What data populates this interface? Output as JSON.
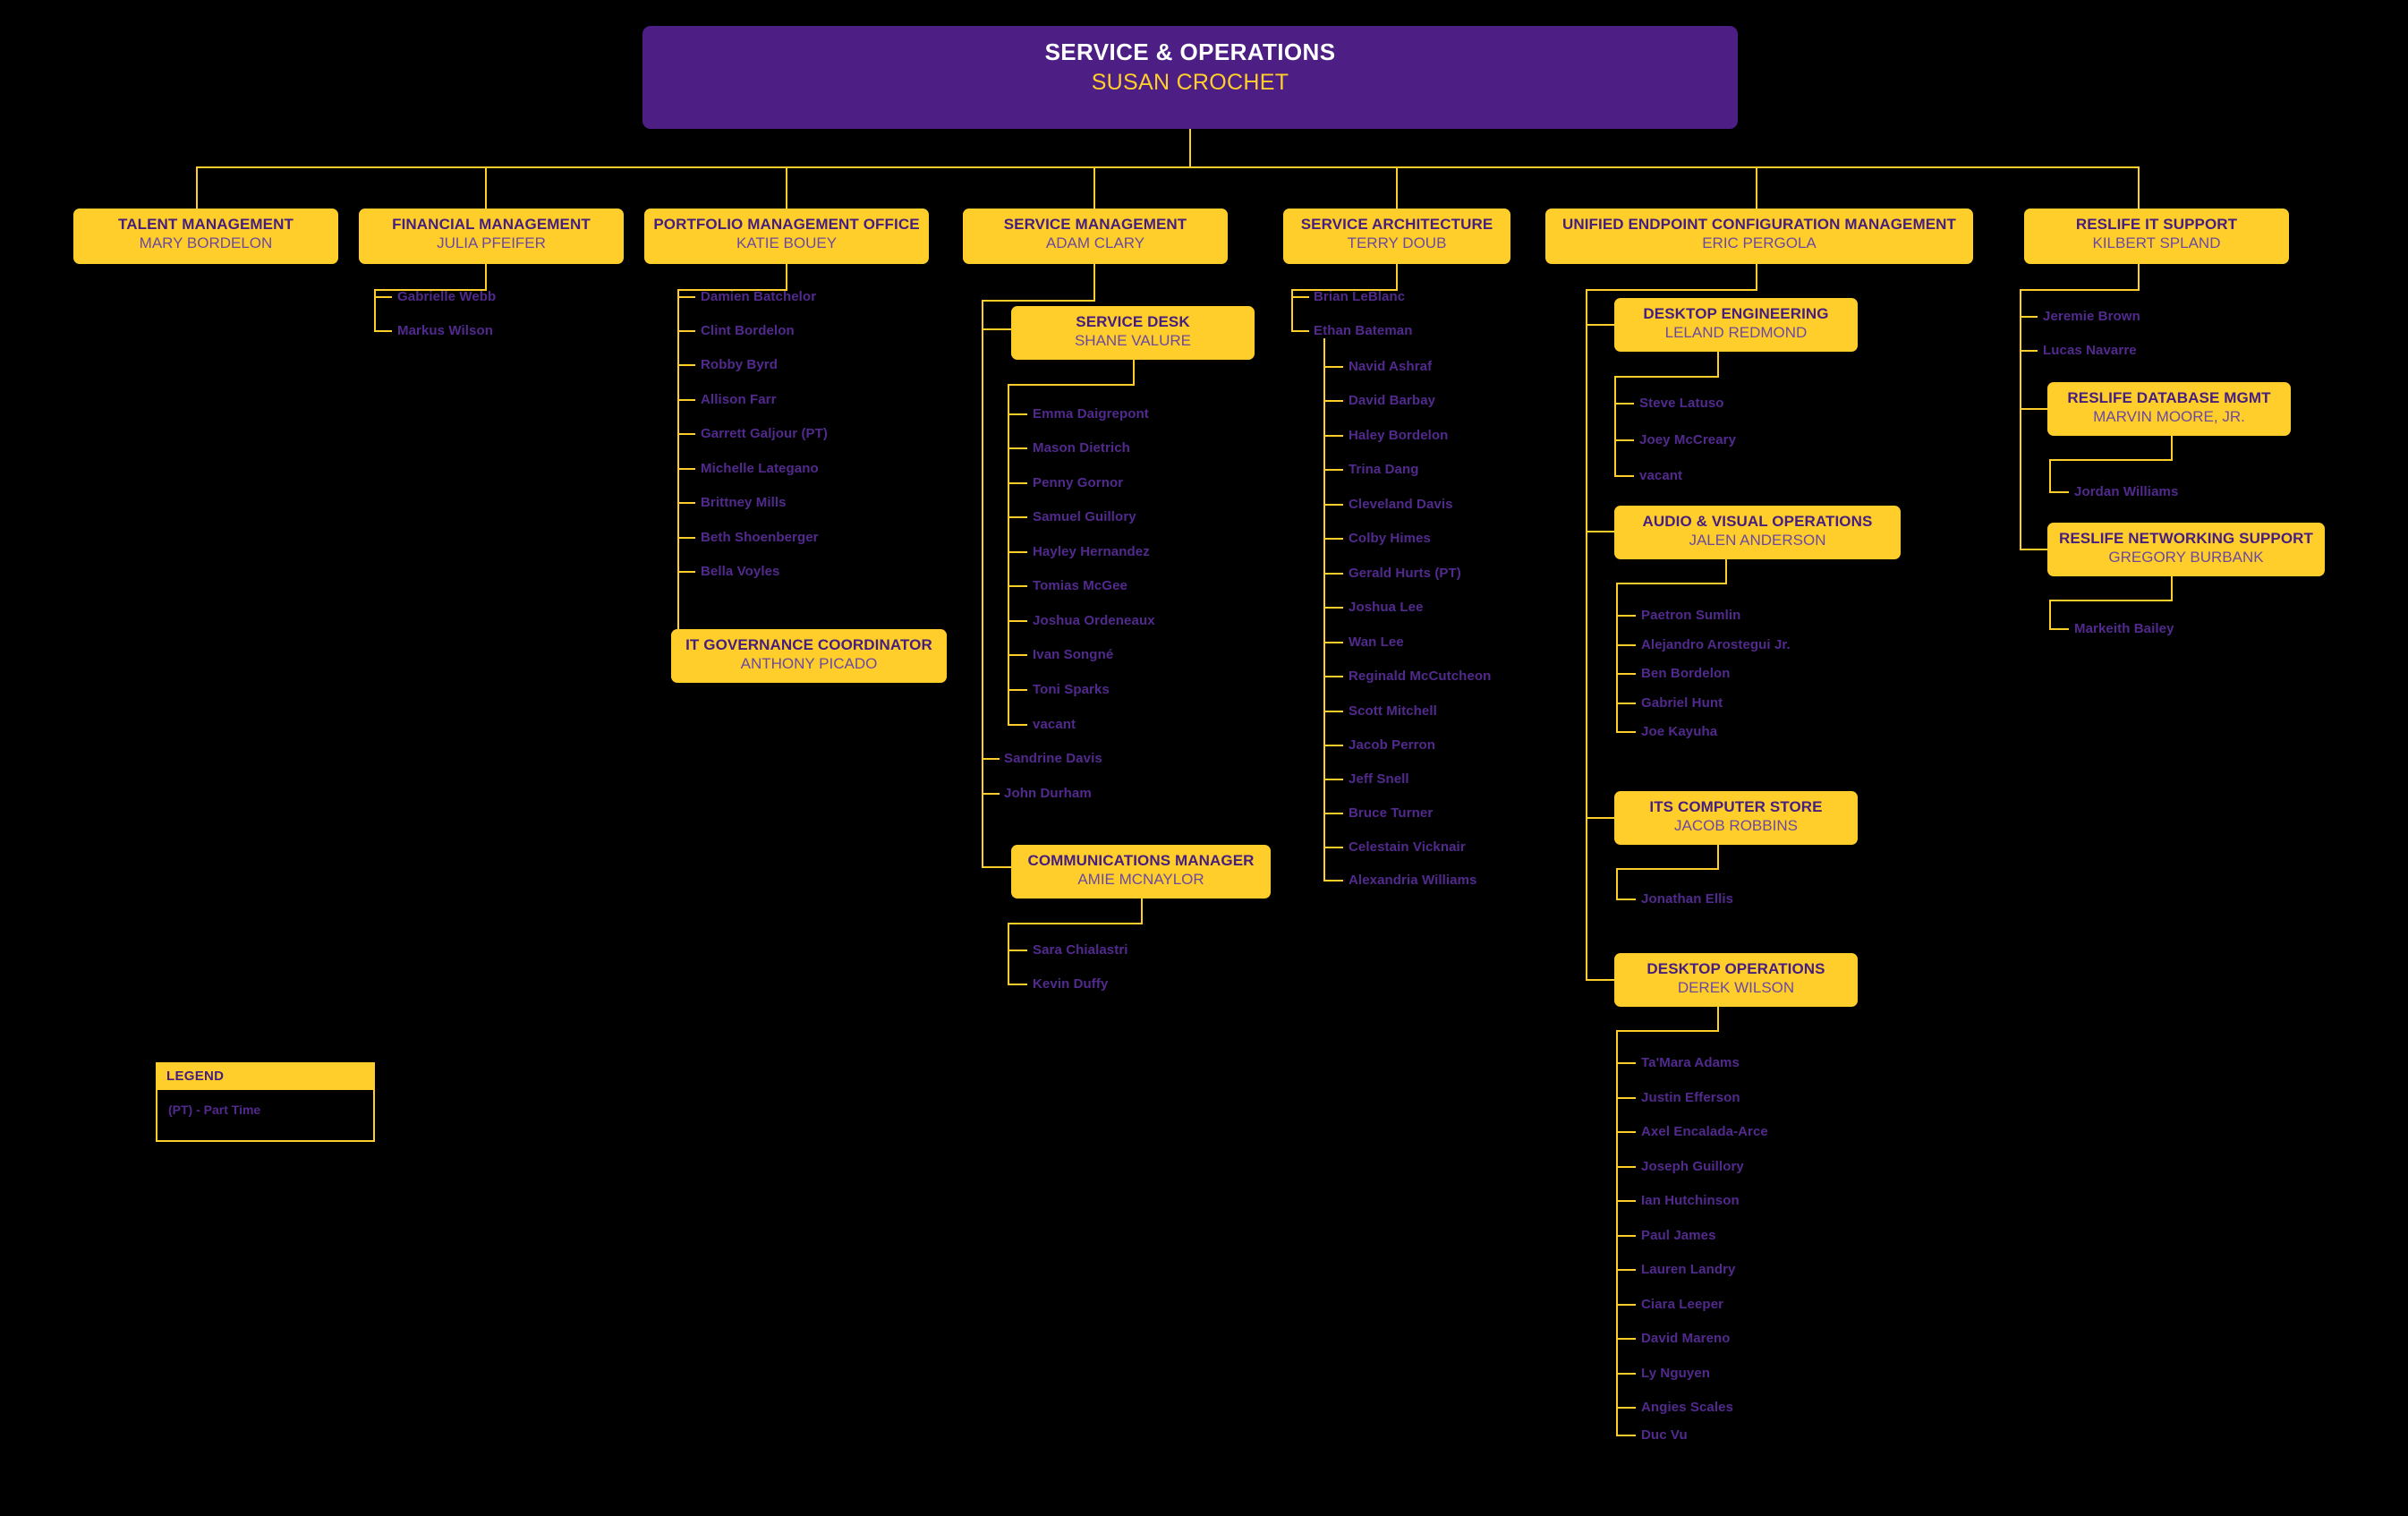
{
  "root": {
    "title": "SERVICE & OPERATIONS",
    "name": "SUSAN CROCHET"
  },
  "colors": {
    "background": "#000000",
    "accent_yellow": "#FFCE2B",
    "root_purple": "#4D1F85",
    "title_purple": "#461E7D",
    "name_purple": "#6B4A9E",
    "staff_purple": "#522A8E",
    "root_title_white": "#FFFFFF"
  },
  "departments": [
    {
      "id": "talent-management",
      "title": "TALENT MANAGEMENT",
      "name": "MARY BORDELON",
      "staff": []
    },
    {
      "id": "financial-management",
      "title": "FINANCIAL MANAGEMENT",
      "name": "JULIA PFEIFER",
      "staff": [
        "Gabrielle Webb",
        "Markus Wilson"
      ]
    },
    {
      "id": "portfolio-management-office",
      "title": "PORTFOLIO MANAGEMENT OFFICE",
      "name": "KATIE BOUEY",
      "staff": [
        "Damien Batchelor",
        "Clint Bordelon",
        "Robby Byrd",
        "Allison Farr",
        "Garrett Galjour (PT)",
        "Michelle Lategano",
        "Brittney Mills",
        "Beth Shoenberger",
        "Bella Voyles"
      ],
      "subunits": [
        {
          "id": "it-governance-coordinator",
          "title": "IT GOVERNANCE COORDINATOR",
          "name": "ANTHONY PICADO",
          "staff": []
        }
      ]
    },
    {
      "id": "service-management",
      "title": "SERVICE MANAGEMENT",
      "name": "ADAM CLARY",
      "staff": [
        "Sandrine Davis",
        "John Durham"
      ],
      "subunits": [
        {
          "id": "service-desk",
          "title": "SERVICE DESK",
          "name": "SHANE VALURE",
          "staff": [
            "Emma Daigrepont",
            "Mason Dietrich",
            "Penny Gornor",
            "Samuel Guillory",
            "Hayley Hernandez",
            "Tomias McGee",
            "Joshua Ordeneaux",
            "Ivan Songné",
            "Toni Sparks",
            "vacant"
          ]
        },
        {
          "id": "communications-manager",
          "title": "COMMUNICATIONS MANAGER",
          "name": "AMIE MCNAYLOR",
          "staff": [
            "Sara Chialastri",
            "Kevin Duffy"
          ]
        }
      ]
    },
    {
      "id": "service-architecture",
      "title": "SERVICE ARCHITECTURE",
      "name": "TERRY DOUB",
      "staff": [
        "Brian LeBlanc",
        "Ethan Bateman"
      ],
      "nested_under_last": [
        "Navid Ashraf",
        "David Barbay",
        "Haley Bordelon",
        "Trina Dang",
        "Cleveland Davis",
        "Colby Himes",
        "Gerald Hurts (PT)",
        "Joshua Lee",
        "Wan Lee",
        "Reginald McCutcheon",
        "Scott Mitchell",
        "Jacob Perron",
        "Jeff Snell",
        "Bruce Turner",
        "Celestain Vicknair",
        "Alexandria Williams"
      ]
    },
    {
      "id": "unified-endpoint-configuration-management",
      "title": "UNIFIED ENDPOINT CONFIGURATION MANAGEMENT",
      "name": "ERIC PERGOLA",
      "staff": [],
      "subunits": [
        {
          "id": "desktop-engineering",
          "title": "DESKTOP ENGINEERING",
          "name": "LELAND REDMOND",
          "staff": [
            "Steve Latuso",
            "Joey McCreary",
            "vacant"
          ]
        },
        {
          "id": "audio-visual-operations",
          "title": "AUDIO & VISUAL OPERATIONS",
          "name": "JALEN ANDERSON",
          "staff": [
            "Paetron Sumlin",
            "Alejandro Arostegui Jr.",
            "Ben Bordelon",
            "Gabriel Hunt",
            "Joe Kayuha"
          ]
        },
        {
          "id": "its-computer-store",
          "title": "ITS COMPUTER STORE",
          "name": "JACOB ROBBINS",
          "staff": [
            "Jonathan Ellis"
          ]
        },
        {
          "id": "desktop-operations",
          "title": "DESKTOP OPERATIONS",
          "name": "DEREK WILSON",
          "staff": [
            "Ta'Mara Adams",
            "Justin Efferson",
            "Axel Encalada-Arce",
            "Joseph Guillory",
            "Ian Hutchinson",
            "Paul James",
            "Lauren Landry",
            "Ciara Leeper",
            "David Mareno",
            "Ly Nguyen",
            "Angies Scales",
            "Duc Vu"
          ]
        }
      ]
    },
    {
      "id": "reslife-it-support",
      "title": "RESLIFE IT SUPPORT",
      "name": "KILBERT SPLAND",
      "staff": [
        "Jeremie Brown",
        "Lucas Navarre"
      ],
      "subunits": [
        {
          "id": "reslife-database-mgmt",
          "title": "RESLIFE DATABASE MGMT",
          "name": "MARVIN MOORE, JR.",
          "staff": [
            "Jordan Williams"
          ]
        },
        {
          "id": "reslife-networking-support",
          "title": "RESLIFE NETWORKING SUPPORT",
          "name": "GREGORY BURBANK",
          "staff": [
            "Markeith Bailey"
          ]
        }
      ]
    }
  ],
  "legend": {
    "header": "LEGEND",
    "items": [
      "(PT) - Part Time"
    ]
  }
}
